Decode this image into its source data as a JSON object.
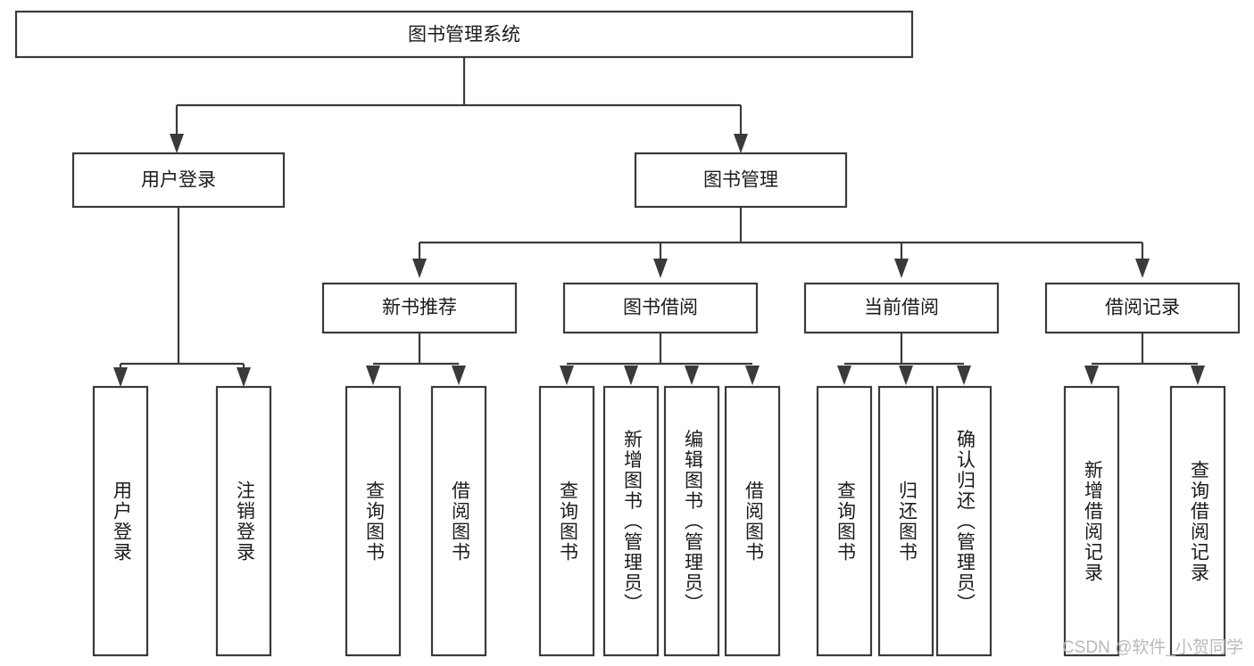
{
  "diagram": {
    "title": "图书管理系统",
    "type": "tree",
    "orientation": "top-down",
    "colors": {
      "stroke": "#3a3a3a",
      "box_fill": "#ffffff",
      "text": "#1b1b1b",
      "background": "#ffffff",
      "watermark": "#b9b9b9"
    },
    "root": {
      "id": "root",
      "label": "图书管理系统",
      "text_orientation": "horizontal"
    },
    "tier1": [
      {
        "id": "user-login",
        "label": "用户登录",
        "text_orientation": "horizontal"
      },
      {
        "id": "book-manage",
        "label": "图书管理",
        "text_orientation": "horizontal"
      }
    ],
    "tier2": [
      {
        "id": "new-book-recommend",
        "label": "新书推荐",
        "text_orientation": "horizontal",
        "parent": "book-manage"
      },
      {
        "id": "book-borrow",
        "label": "图书借阅",
        "text_orientation": "horizontal",
        "parent": "book-manage"
      },
      {
        "id": "current-borrow",
        "label": "当前借阅",
        "text_orientation": "horizontal",
        "parent": "book-manage"
      },
      {
        "id": "borrow-record",
        "label": "借阅记录",
        "text_orientation": "horizontal",
        "parent": "book-manage"
      }
    ],
    "leaves": {
      "user_login": [
        {
          "id": "leaf-user-login",
          "label": "用户登录",
          "text_orientation": "vertical"
        },
        {
          "id": "leaf-user-logout",
          "label": "注销登录",
          "text_orientation": "vertical"
        }
      ],
      "new_book_recommend": [
        {
          "id": "leaf-query-book-1",
          "label": "查询图书",
          "text_orientation": "vertical"
        },
        {
          "id": "leaf-borrow-book-1",
          "label": "借阅图书",
          "text_orientation": "vertical"
        }
      ],
      "book_borrow": [
        {
          "id": "leaf-query-book-2",
          "label": "查询图书",
          "text_orientation": "vertical"
        },
        {
          "id": "leaf-add-book",
          "label": "新增图书（管理员）",
          "text_orientation": "vertical"
        },
        {
          "id": "leaf-edit-book",
          "label": "编辑图书（管理员）",
          "text_orientation": "vertical"
        },
        {
          "id": "leaf-borrow-book-2",
          "label": "借阅图书",
          "text_orientation": "vertical"
        }
      ],
      "current_borrow": [
        {
          "id": "leaf-query-book-3",
          "label": "查询图书",
          "text_orientation": "vertical"
        },
        {
          "id": "leaf-return-book",
          "label": "归还图书",
          "text_orientation": "vertical"
        },
        {
          "id": "leaf-confirm-return",
          "label": "确认归还（管理员）",
          "text_orientation": "vertical"
        }
      ],
      "borrow_record": [
        {
          "id": "leaf-add-record",
          "label": "新增借阅记录",
          "text_orientation": "vertical"
        },
        {
          "id": "leaf-query-record",
          "label": "查询借阅记录",
          "text_orientation": "vertical"
        }
      ]
    },
    "watermark": "CSDN @软件_小贺同学"
  }
}
